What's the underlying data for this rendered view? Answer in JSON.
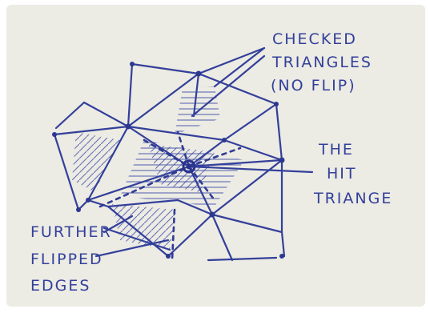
{
  "annotations": {
    "checked": [
      "CHECKED",
      "TRIANGLES",
      "(NO FLIP)"
    ],
    "hit": [
      "THE",
      "HIT",
      "TRIANGE"
    ],
    "flipped": [
      "FURTHER",
      "FLIPPED",
      "EDGES"
    ]
  },
  "colors": {
    "paper": "#ecebe4",
    "ink": "#33409a",
    "frame": "#ffffff"
  }
}
